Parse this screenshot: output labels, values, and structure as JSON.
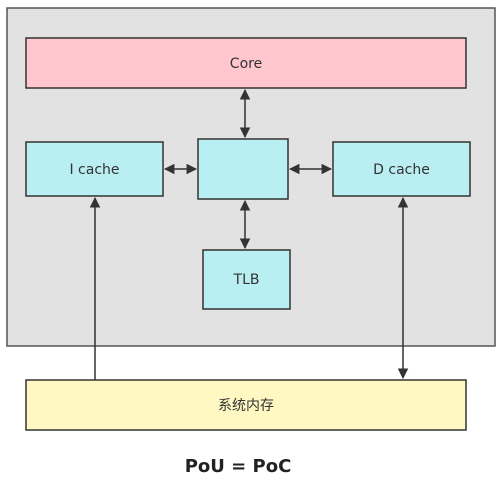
{
  "diagram": {
    "core_label": "Core",
    "icache_label": "I cache",
    "dcache_label": "D cache",
    "center_label": "",
    "tlb_label": "TLB",
    "memory_label": "系统内存",
    "caption": "PoU = PoC"
  },
  "colors": {
    "cpu_bg": "#e2e2e2",
    "core_fill": "#ffc7cd",
    "cache_fill": "#b9eef3",
    "memory_fill": "#fff8c2",
    "stroke": "#333333"
  }
}
